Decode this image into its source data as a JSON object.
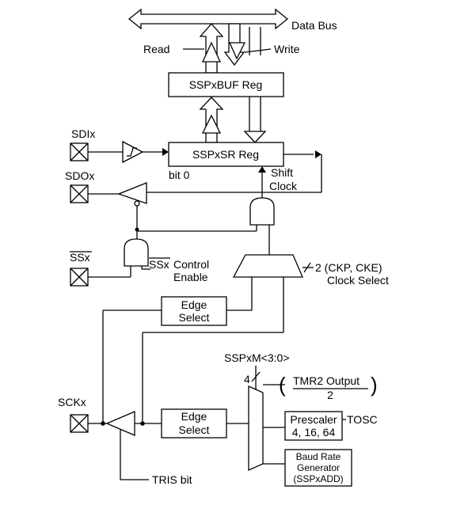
{
  "labels": {
    "data_bus": "Data Bus",
    "read": "Read",
    "write": "Write",
    "buf_reg": "SSPxBUF Reg",
    "sr_reg": "SSPxSR Reg",
    "sdi_pin": "SDIx",
    "sdo_pin": "SDOx",
    "ss_pin": "SSx",
    "sck_pin": "SCKx",
    "bit0": "bit 0",
    "shift": "Shift",
    "clock": "Clock",
    "ss_control_1": "SSx",
    "ss_control_2": "Control",
    "ss_control_3": "Enable",
    "clk_sel_1": "2 (CKP, CKE)",
    "clk_sel_2": "Clock Select",
    "edge_select_top_1": "Edge",
    "edge_select_top_2": "Select",
    "edge_select_bottom_1": "Edge",
    "edge_select_bottom_2": "Select",
    "sspm": "SSPxM<3:0>",
    "bus_width": "4",
    "tmr2_top": "TMR2 Output",
    "tmr2_bottom": "2",
    "prescaler": "Prescaler",
    "prescaler_values": "4, 16, 64",
    "tosc": "TOSC",
    "baud_1": "Baud Rate",
    "baud_2": "Generator",
    "baud_3": "(SSPxADD)",
    "tris": "TRIS bit"
  }
}
